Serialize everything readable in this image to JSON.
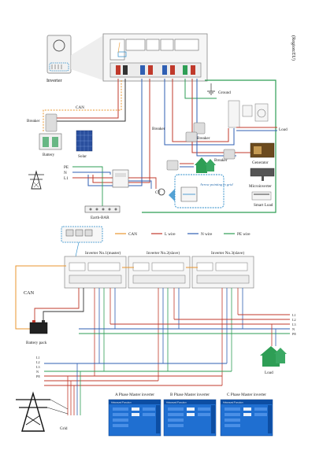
{
  "region": "(Region:EU)",
  "top": {
    "inverter": "Inverter",
    "can": "CAN",
    "breaker": "Breaker",
    "battery": "Battery",
    "solar": "Solar",
    "ground": "Ground",
    "load": "Load",
    "breaker2": "Breaker",
    "breaker3": "Breaker",
    "breaker4": "Breaker",
    "generator": "Generator",
    "microinverter": "Microinverter",
    "smart_load": "Smart Load",
    "pe": "PE",
    "n": "N",
    "l1": "L1",
    "ct": "CT",
    "arrow_note": "Arrow pointing to grid",
    "earth_bar": "Earth-BAR"
  },
  "legend": [
    {
      "label": "CAN",
      "color": "#e9962e"
    },
    {
      "label": "L wire",
      "color": "#c0392b"
    },
    {
      "label": "N wire",
      "color": "#2f5fb3"
    },
    {
      "label": "PE wire",
      "color": "#2e9e55"
    }
  ],
  "bottom": {
    "inv1": "Inverter No.1(master)",
    "inv2": "Inverter No.2(slave)",
    "inv3": "Inverter No.3(slave)",
    "can": "CAN",
    "battery_pack": "Battery pack",
    "load": "Load",
    "grid": "Grid",
    "bus_left": [
      "L1",
      "L2",
      "L3",
      "N",
      "PE"
    ],
    "bus_right": [
      "L1",
      "L2",
      "L3",
      "N",
      "PE"
    ],
    "screens": [
      {
        "title": "A Phase Master inverter",
        "header": "Advanced Function"
      },
      {
        "title": "B Phase Master inverter",
        "header": "Advanced Function"
      },
      {
        "title": "C Phase Master inverter",
        "header": "Advanced Function"
      }
    ]
  }
}
